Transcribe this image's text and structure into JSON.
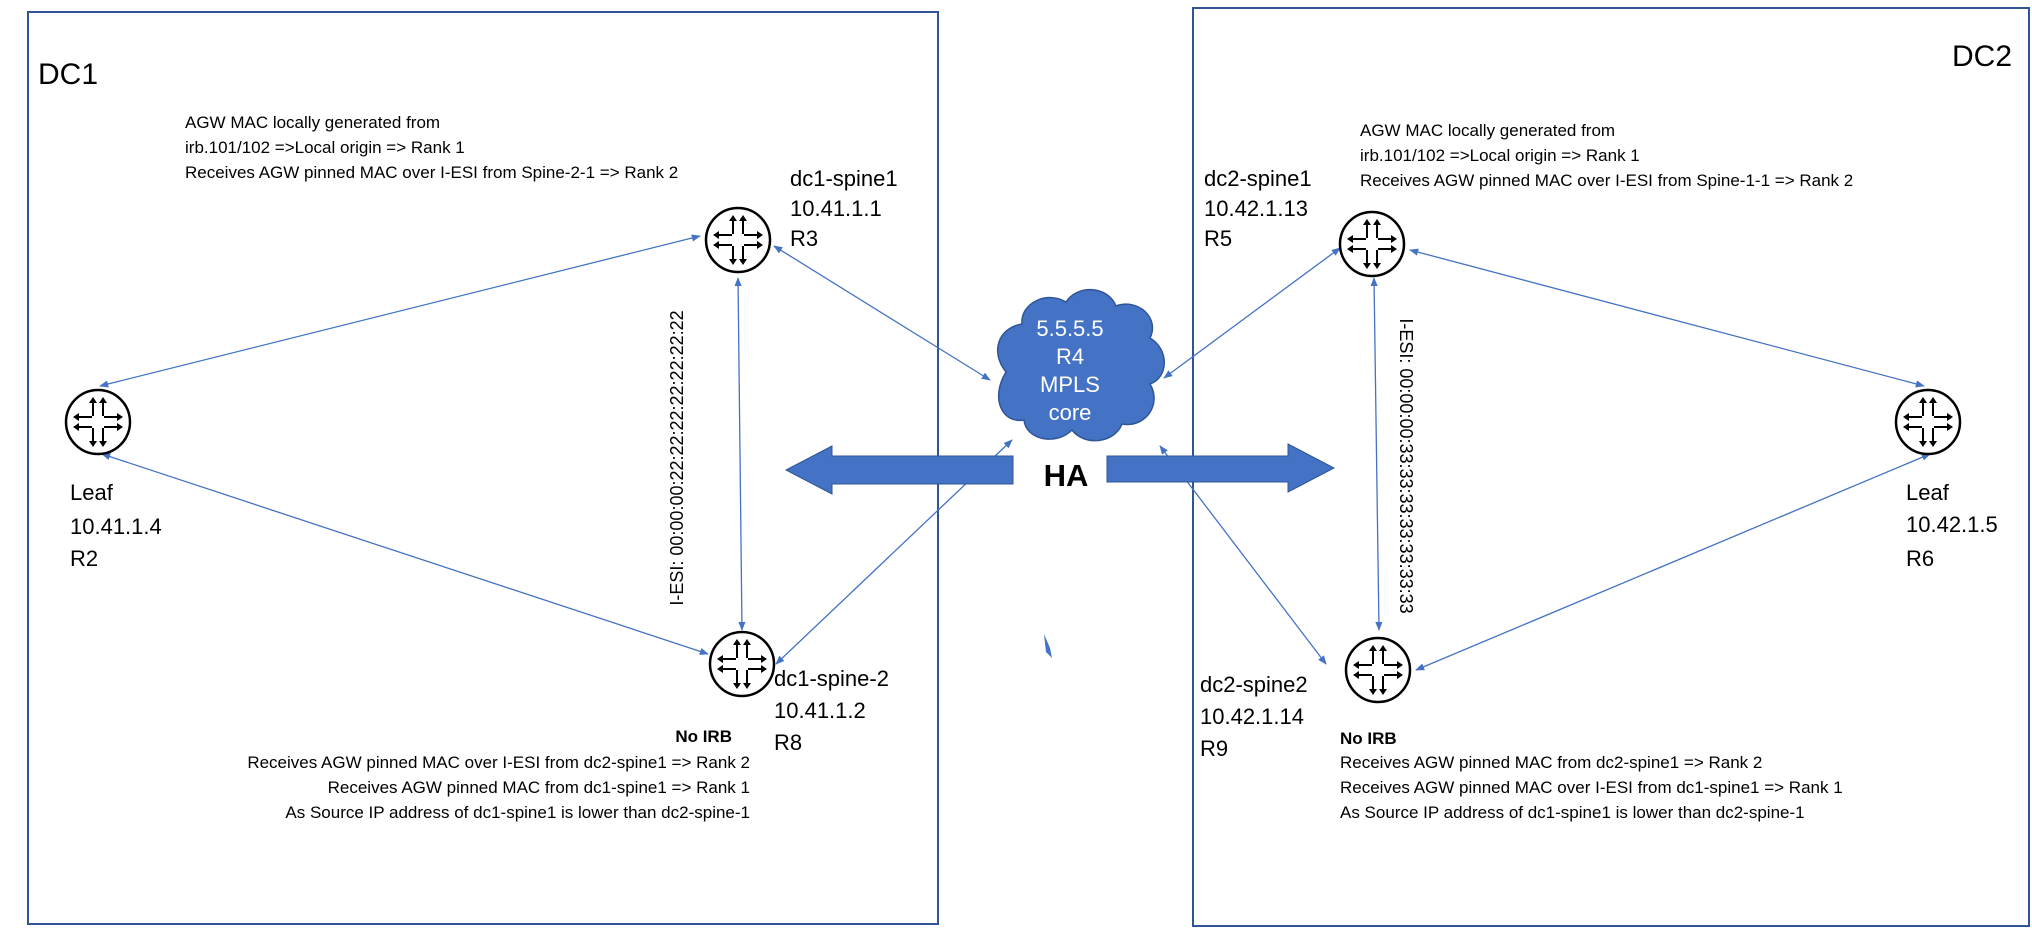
{
  "dc1": {
    "title": "DC1",
    "spine1": {
      "name": "dc1-spine1",
      "ip": "10.41.1.1",
      "router": "R3",
      "notes": [
        "AGW MAC  locally generated from",
        "irb.101/102 =>Local  origin => Rank 1",
        "Receives AGW  pinned MAC  over I-ESI from Spine-2-1 => Rank 2"
      ]
    },
    "spine2": {
      "name": "dc1-spine-2",
      "ip": "10.41.1.2",
      "router": "R8",
      "no_irb": "No IRB",
      "notes": [
        "Receives AGW pinned MAC  over I-ESI from dc2-spine1 => Rank 2",
        "Receives AGW pinned  MAC  from  dc1-spine1 => Rank 1",
        "As Source IP address of dc1-spine1 is lower than dc2-spine-1"
      ]
    },
    "leaf": {
      "name": "Leaf",
      "ip": "10.41.1.4",
      "router": "R2"
    },
    "iesi": "I-ESI: 00:00:00:22:22:22:22:22:22:22"
  },
  "dc2": {
    "title": "DC2",
    "spine1": {
      "name": "dc2-spine1",
      "ip": "10.42.1.13",
      "router": "R5",
      "notes": [
        "AGW MAC  locally generated from",
        "irb.101/102 =>Local  origin => Rank 1",
        "Receives AGW  pinned MAC  over I-ESI from Spine-1-1 => Rank 2"
      ]
    },
    "spine2": {
      "name": "dc2-spine2",
      "ip": "10.42.1.14",
      "router": "R9",
      "no_irb": "No IRB",
      "notes": [
        "Receives AGW pinned MAC  from dc2-spine1 => Rank 2",
        "Receives AGW pinned  MAC  over I-ESI from  dc1-spine1 => Rank 1",
        "As Source IP address of dc1-spine1 is lower than dc2-spine-1"
      ]
    },
    "leaf": {
      "name": "Leaf",
      "ip": "10.42.1.5",
      "router": "R6"
    },
    "iesi": "I-ESI: 00:00:00:33:33:33:33:33:33:33"
  },
  "core": {
    "lines": [
      "5.5.5.5",
      "R4",
      "MPLS",
      "core"
    ]
  },
  "ha_label": "HA",
  "colors": {
    "line": "#4472C4",
    "arrow_fill": "#4472C4",
    "cloud_fill": "#4472C4",
    "border": "#2F5597"
  }
}
